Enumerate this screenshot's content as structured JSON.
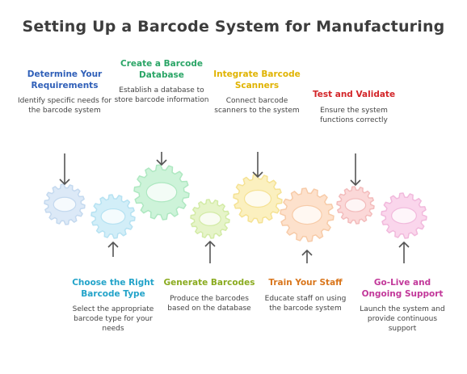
{
  "title": "Setting Up a Barcode System for Manufacturing",
  "colors": {
    "title": "#3d3d3d",
    "arrow": "#555555"
  },
  "steps": [
    {
      "title": "Determine Your Requirements",
      "description": "Identify specific needs for the barcode system",
      "color": "#2f5fb8",
      "gear": "#dce9f7",
      "gear_stroke": "#c4d9ef",
      "position": "top"
    },
    {
      "title": "Choose the Right Barcode Type",
      "description": "Select the appropriate barcode type for your needs",
      "color": "#22a3c9",
      "gear": "#d2eef8",
      "gear_stroke": "#b6e2f2",
      "position": "bottom"
    },
    {
      "title": "Create a Barcode Database",
      "description": "Establish a database to store barcode information",
      "color": "#2aa566",
      "gear": "#cdf3d9",
      "gear_stroke": "#aee8c1",
      "position": "top"
    },
    {
      "title": "Generate Barcodes",
      "description": "Produce the barcodes based on the database",
      "color": "#8aab1f",
      "gear": "#e6f4c9",
      "gear_stroke": "#d3eba6",
      "position": "bottom"
    },
    {
      "title": "Integrate Barcode Scanners",
      "description": "Connect barcode scanners to the system",
      "color": "#e0b300",
      "gear": "#fbf0bf",
      "gear_stroke": "#f5e294",
      "position": "top"
    },
    {
      "title": "Train Your Staff",
      "description": "Educate staff on using the barcode system",
      "color": "#d9761c",
      "gear": "#fde1cc",
      "gear_stroke": "#f7cba8",
      "position": "bottom"
    },
    {
      "title": "Test and Validate",
      "description": "Ensure the system functions correctly",
      "color": "#d3262a",
      "gear": "#fbd8d8",
      "gear_stroke": "#f3bcbc",
      "position": "top"
    },
    {
      "title": "Go-Live and Ongoing Support",
      "description": "Launch the system and provide continuous support",
      "color": "#c2389a",
      "gear": "#fad6ec",
      "gear_stroke": "#f1b9dc",
      "position": "bottom"
    }
  ]
}
